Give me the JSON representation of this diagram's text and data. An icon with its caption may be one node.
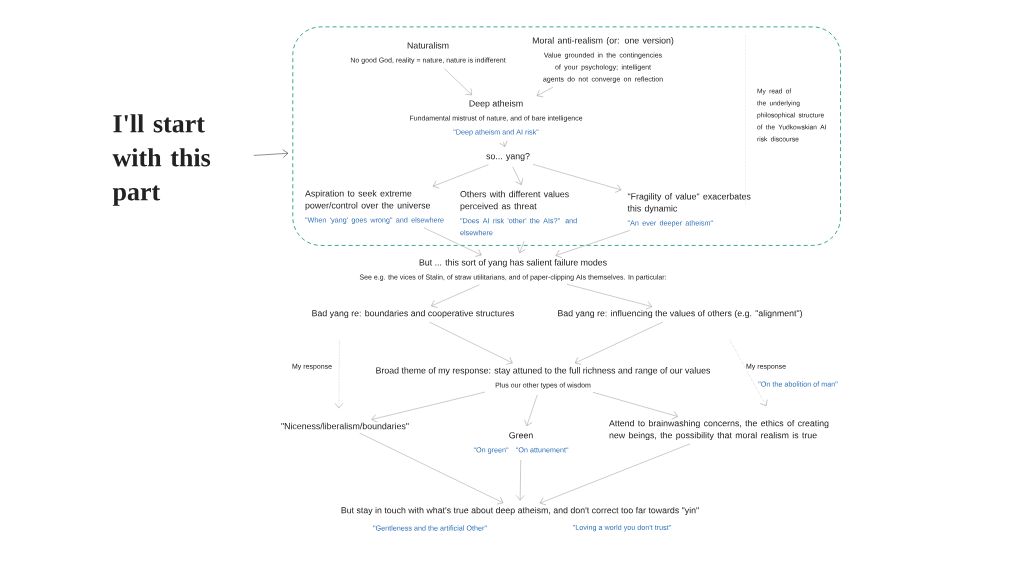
{
  "diagram": {
    "nodes": [
      {
        "text": [
          "My read of the underlying philosophical structure of the Yudkowskian AI risk discourse"
        ]
      },
      {
        "text": [
          "I'll start with this part"
        ]
      },
      {
        "text": [
          "Naturalism",
          "No good God, reality = nature, nature is indifferent"
        ],
        "in": 0
      },
      {
        "text": [
          "Moral anti-realism (or: one version)",
          "Value grounded in the contingencies of your psychology; intelligent agents do not converge on reflection"
        ],
        "in": 0
      },
      {
        "text": [
          "Deep atheism",
          "Fundamental mistrust of nature, and of bare intelligence"
        ],
        "beside": [
          "\"Deep atheism and AI risk\""
        ],
        "in": 0
      },
      {
        "text": [
          "so... yang?"
        ],
        "in": 0
      },
      {
        "text": [
          "Aspiration to seek extreme power/control over the universe"
        ],
        "beside": [
          "\"When 'yang' goes wrong\" and elsewhere"
        ],
        "in": 0
      },
      {
        "text": [
          "Others with different values perceived as threat"
        ],
        "beside": [
          "\"Does AI risk 'other' the AIs?\" and elsewhere"
        ],
        "in": 0
      },
      {
        "text": [
          "\"Fragility of value\" exacerbates this dynamic"
        ],
        "beside": [
          "\"An ever deeper atheism\""
        ],
        "in": 0
      },
      {
        "text": [
          "But ... this sort of yang has salient failure modes",
          "See e.g. the vices of Stalin, of straw utilitarians, and of paper-clipping AIs themselves. In particular:"
        ]
      },
      {
        "text": [
          "Bad yang re: boundaries and cooperative structures"
        ]
      },
      {
        "text": [
          "Bad yang re: influencing the values of others (e.g. \"alignment\")"
        ]
      },
      {
        "text": [
          "Broad theme of my response: stay attuned to the full richness and range of our values",
          "Plus our other types of wisdom"
        ]
      },
      {
        "text": [
          "\"Niceness/liberalism/boundaries\""
        ]
      },
      {
        "text": [
          "Green"
        ],
        "beside": [
          "\"On green\"",
          "\"On attunement\""
        ]
      },
      {
        "text": [
          "Attend to brainwashing concerns, the ethics of creating new beings, the possibility that moral realism is true"
        ]
      },
      {
        "text": [
          "But stay in touch with what's true about deep atheism, and don't correct too far towards \"yin\""
        ],
        "beside": [
          "\"Gentleness and the artificial Other\"",
          "\"Loving a world you don't trust\""
        ]
      }
    ],
    "edges": [
      {
        "from": 1,
        "to": 0,
        "arrow": "to",
        "color": "#222222"
      },
      {
        "from": 2,
        "to": 4,
        "arrow": "to"
      },
      {
        "from": 3,
        "to": 4,
        "arrow": "to"
      },
      {
        "from": 4,
        "to": 5,
        "arrow": "to"
      },
      {
        "from": 5,
        "to": 6,
        "arrow": "to"
      },
      {
        "from": 5,
        "to": 7,
        "arrow": "to"
      },
      {
        "from": 5,
        "to": 8,
        "arrow": "to"
      },
      {
        "from": 6,
        "to": 9,
        "arrow": "to"
      },
      {
        "from": 7,
        "to": 9,
        "arrow": "to"
      },
      {
        "from": 8,
        "to": 9,
        "arrow": "to"
      },
      {
        "from": 9,
        "to": 10,
        "arrow": "to"
      },
      {
        "from": 9,
        "to": 11,
        "arrow": "to"
      },
      {
        "from": 10,
        "to": 12,
        "arrow": "to"
      },
      {
        "from": 11,
        "to": 12,
        "arrow": "to"
      },
      {
        "from": 10,
        "to": 13,
        "arrow": "to",
        "style": "dashed",
        "label": "My response"
      },
      {
        "from": 11,
        "to": 15,
        "arrow": "to",
        "style": "dashed",
        "label": "My response"
      },
      {
        "from": 12,
        "to": 13,
        "arrow": "to"
      },
      {
        "from": 12,
        "to": 14,
        "arrow": "to"
      },
      {
        "from": 12,
        "to": 15,
        "arrow": "to"
      },
      {
        "from": 13,
        "to": 16,
        "arrow": "to"
      },
      {
        "from": 14,
        "to": 16,
        "arrow": "to"
      },
      {
        "from": 15,
        "to": 16,
        "arrow": "to"
      }
    ],
    "labels": [
      "\"On the abolition of man\""
    ]
  }
}
